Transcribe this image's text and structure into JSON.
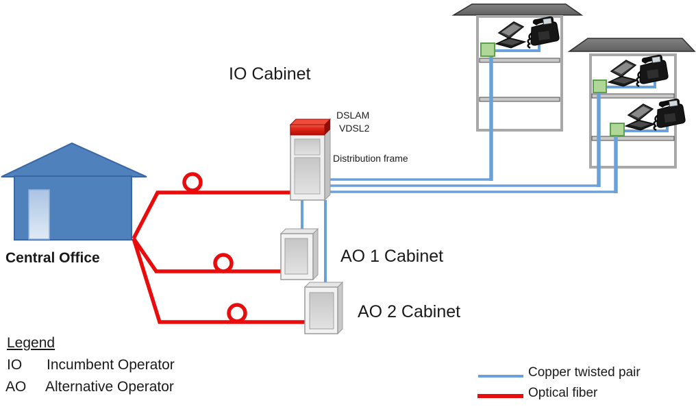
{
  "diagram": {
    "io_cabinet_label": "IO Cabinet",
    "dslam_label": "DSLAM",
    "vdsl2_label": "VDSL2",
    "distribution_frame_label": "Distribution frame",
    "central_office_label": "Central Office",
    "ao1_cabinet_label": "AO 1 Cabinet",
    "ao2_cabinet_label": "AO 2 Cabinet"
  },
  "legend": {
    "title": "Legend",
    "abbreviations": [
      {
        "abbr": "IO",
        "meaning": "Incumbent Operator"
      },
      {
        "abbr": "AO",
        "meaning": "Alternative Operator"
      }
    ],
    "line_types": [
      {
        "label": "Copper twisted pair",
        "color": "#6ba1d9"
      },
      {
        "label": "Optical fiber",
        "color": "#e80c0c"
      }
    ]
  },
  "colors": {
    "optical_fiber_red": "#e80c0c",
    "copper_pair_blue": "#6ba1d9",
    "central_office_blue": "#4f81bd",
    "modem_box_green": "#b0d698",
    "dslam_cap_red": "#c00d05",
    "building_gray": "#a8a8a8",
    "roof_gray": "#6f6f6f"
  }
}
